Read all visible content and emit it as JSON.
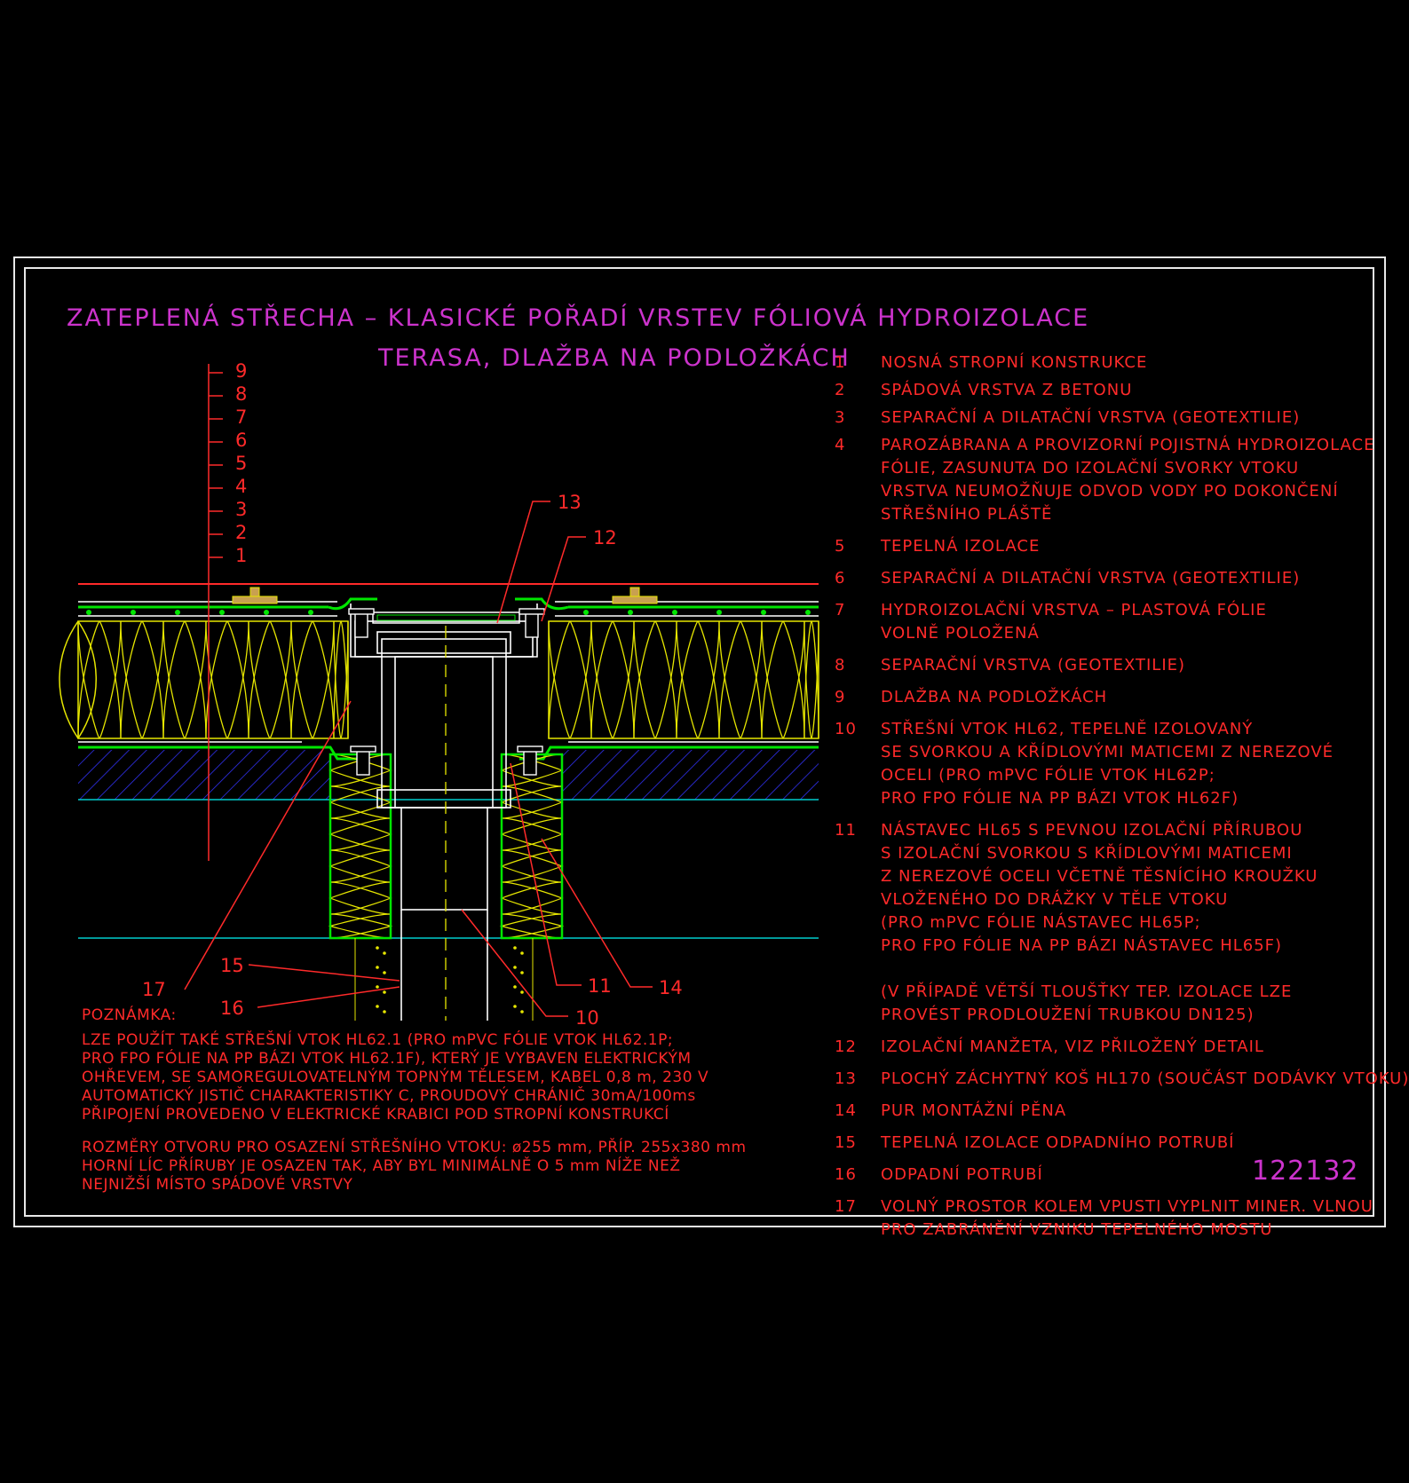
{
  "title": {
    "line1": "ZATEPLENÁ STŘECHA – KLASICKÉ POŘADÍ VRSTEV FÓLIOVÁ HYDROIZOLACE",
    "line2": "TERASA, DLAŽBA NA PODLOŽKÁCH"
  },
  "layer_scale": [
    "9",
    "8",
    "7",
    "6",
    "5",
    "4",
    "3",
    "2",
    "1"
  ],
  "callouts": {
    "c10": "10",
    "c11": "11",
    "c12": "12",
    "c13": "13",
    "c14": "14",
    "c15": "15",
    "c16": "16",
    "c17": "17"
  },
  "legend": [
    {
      "num": "1",
      "text": "NOSNÁ STROPNÍ KONSTRUKCE"
    },
    {
      "num": "2",
      "text": "SPÁDOVÁ VRSTVA Z BETONU"
    },
    {
      "num": "3",
      "text": "SEPARAČNÍ A DILATAČNÍ VRSTVA (GEOTEXTILIE)"
    },
    {
      "num": "4",
      "text": "PAROZÁBRANA A PROVIZORNÍ POJISTNÁ HYDROIZOLACE\nFÓLIE, ZASUNUTA DO IZOLAČNÍ SVORKY VTOKU\nVRSTVA NEUMOŽŇUJE ODVOD VODY PO DOKONČENÍ\nSTŘEŠNÍHO PLÁŠTĚ"
    },
    {
      "num": "5",
      "text": "TEPELNÁ IZOLACE"
    },
    {
      "num": "6",
      "text": "SEPARAČNÍ A DILATAČNÍ VRSTVA (GEOTEXTILIE)"
    },
    {
      "num": "7",
      "text": "HYDROIZOLAČNÍ VRSTVA – PLASTOVÁ FÓLIE\nVOLNĚ POLOŽENÁ"
    },
    {
      "num": "8",
      "text": "SEPARAČNÍ VRSTVA (GEOTEXTILIE)"
    },
    {
      "num": "9",
      "text": "DLAŽBA NA PODLOŽKÁCH"
    },
    {
      "num": "10",
      "text": "STŘEŠNÍ VTOK HL62, TEPELNĚ IZOLOVANÝ\nSE SVORKOU A KŘÍDLOVÝMI MATICEMI Z NEREZOVÉ\nOCELI (PRO mPVC FÓLIE VTOK HL62P;\nPRO FPO FÓLIE NA PP BÁZI VTOK HL62F)"
    },
    {
      "num": "11",
      "text": "NÁSTAVEC HL65 S PEVNOU IZOLAČNÍ PŘÍRUBOU\nS IZOLAČNÍ SVORKOU S KŘÍDLOVÝMI MATICEMI\nZ NEREZOVÉ OCELI VČETNĚ TĚSNÍCÍHO KROUŽKU\nVLOŽENÉHO DO DRÁŽKY V TĚLE VTOKU\n(PRO mPVC FÓLIE NÁSTAVEC HL65P;\nPRO FPO FÓLIE NA PP BÁZI NÁSTAVEC HL65F)\n\n(V PŘÍPADĚ VĚTŠÍ TLOUŠŤKY TEP. IZOLACE LZE\nPROVÉST PRODLOUŽENÍ TRUBKOU DN125)"
    },
    {
      "num": "12",
      "text": "IZOLAČNÍ MANŽETA, VIZ PŘILOŽENÝ DETAIL"
    },
    {
      "num": "13",
      "text": "PLOCHÝ ZÁCHYTNÝ KOŠ HL170 (SOUČÁST DODÁVKY VTOKU)"
    },
    {
      "num": "14",
      "text": "PUR MONTÁŽNÍ PĚNA"
    },
    {
      "num": "15",
      "text": "TEPELNÁ IZOLACE ODPADNÍHO POTRUBÍ"
    },
    {
      "num": "16",
      "text": "ODPADNÍ POTRUBÍ"
    },
    {
      "num": "17",
      "text": "VOLNÝ PROSTOR KOLEM VPUSTI VYPLNIT MINER. VLNOU\nPRO ZABRÁNĚNÍ VZNIKU TEPELNÉHO MOSTU"
    }
  ],
  "note": {
    "title": "POZNÁMKA:",
    "paragraph1": "LZE POUŽÍT TAKÉ STŘEŠNÍ VTOK HL62.1 (PRO mPVC FÓLIE VTOK HL62.1P;\nPRO FPO FÓLIE NA PP BÁZI VTOK HL62.1F), KTERÝ JE VYBAVEN ELEKTRICKÝM\nOHŘEVEM, SE SAMOREGULOVATELNÝM TOPNÝM TĚLESEM, KABEL 0,8 m, 230 V\nAUTOMATICKÝ JISTIČ CHARAKTERISTIKY C, PROUDOVÝ CHRÁNIČ 30mA/100ms\nPŘIPOJENÍ PROVEDENO V ELEKTRICKÉ KRABICI POD STROPNÍ KONSTRUKCÍ",
    "paragraph2": "ROZMĚRY OTVORU PRO OSAZENÍ STŘEŠNÍHO VTOKU: ø255 mm, PŘÍP. 255x380 mm\nHORNÍ LÍC PŘÍRUBY JE OSAZEN TAK, ABY BYL MINIMÁLNĚ O 5 mm NÍŽE NEŽ\nNEJNIŽŠÍ MÍSTO SPÁDOVÉ VRSTVY"
  },
  "drawing_number": "122132",
  "colors": {
    "background": "#000000",
    "frame": "#e8e8e8",
    "title": "#cc33cc",
    "text": "#ff2a2a",
    "insulation": "#e6e600",
    "membrane": "#00e600",
    "concrete_hatch": "#3333ff",
    "cyan_line": "#00cccc",
    "white_line": "#ffffff"
  }
}
